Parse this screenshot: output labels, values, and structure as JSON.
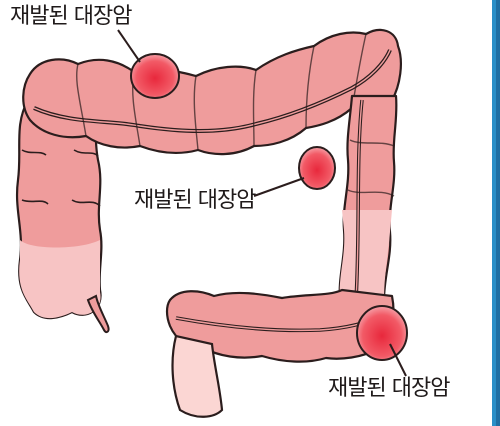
{
  "labels": {
    "top": "재발된 대장암",
    "middle": "재발된 대장암",
    "bottom": "재발된 대장암"
  },
  "colors": {
    "colon_fill": "#ef9c9c",
    "colon_light": "#f7c4c4",
    "colon_dark": "#e37f86",
    "outline": "#2b1d1d",
    "tumor": "#e8283c",
    "edge_blue": "#2a8fc7"
  }
}
